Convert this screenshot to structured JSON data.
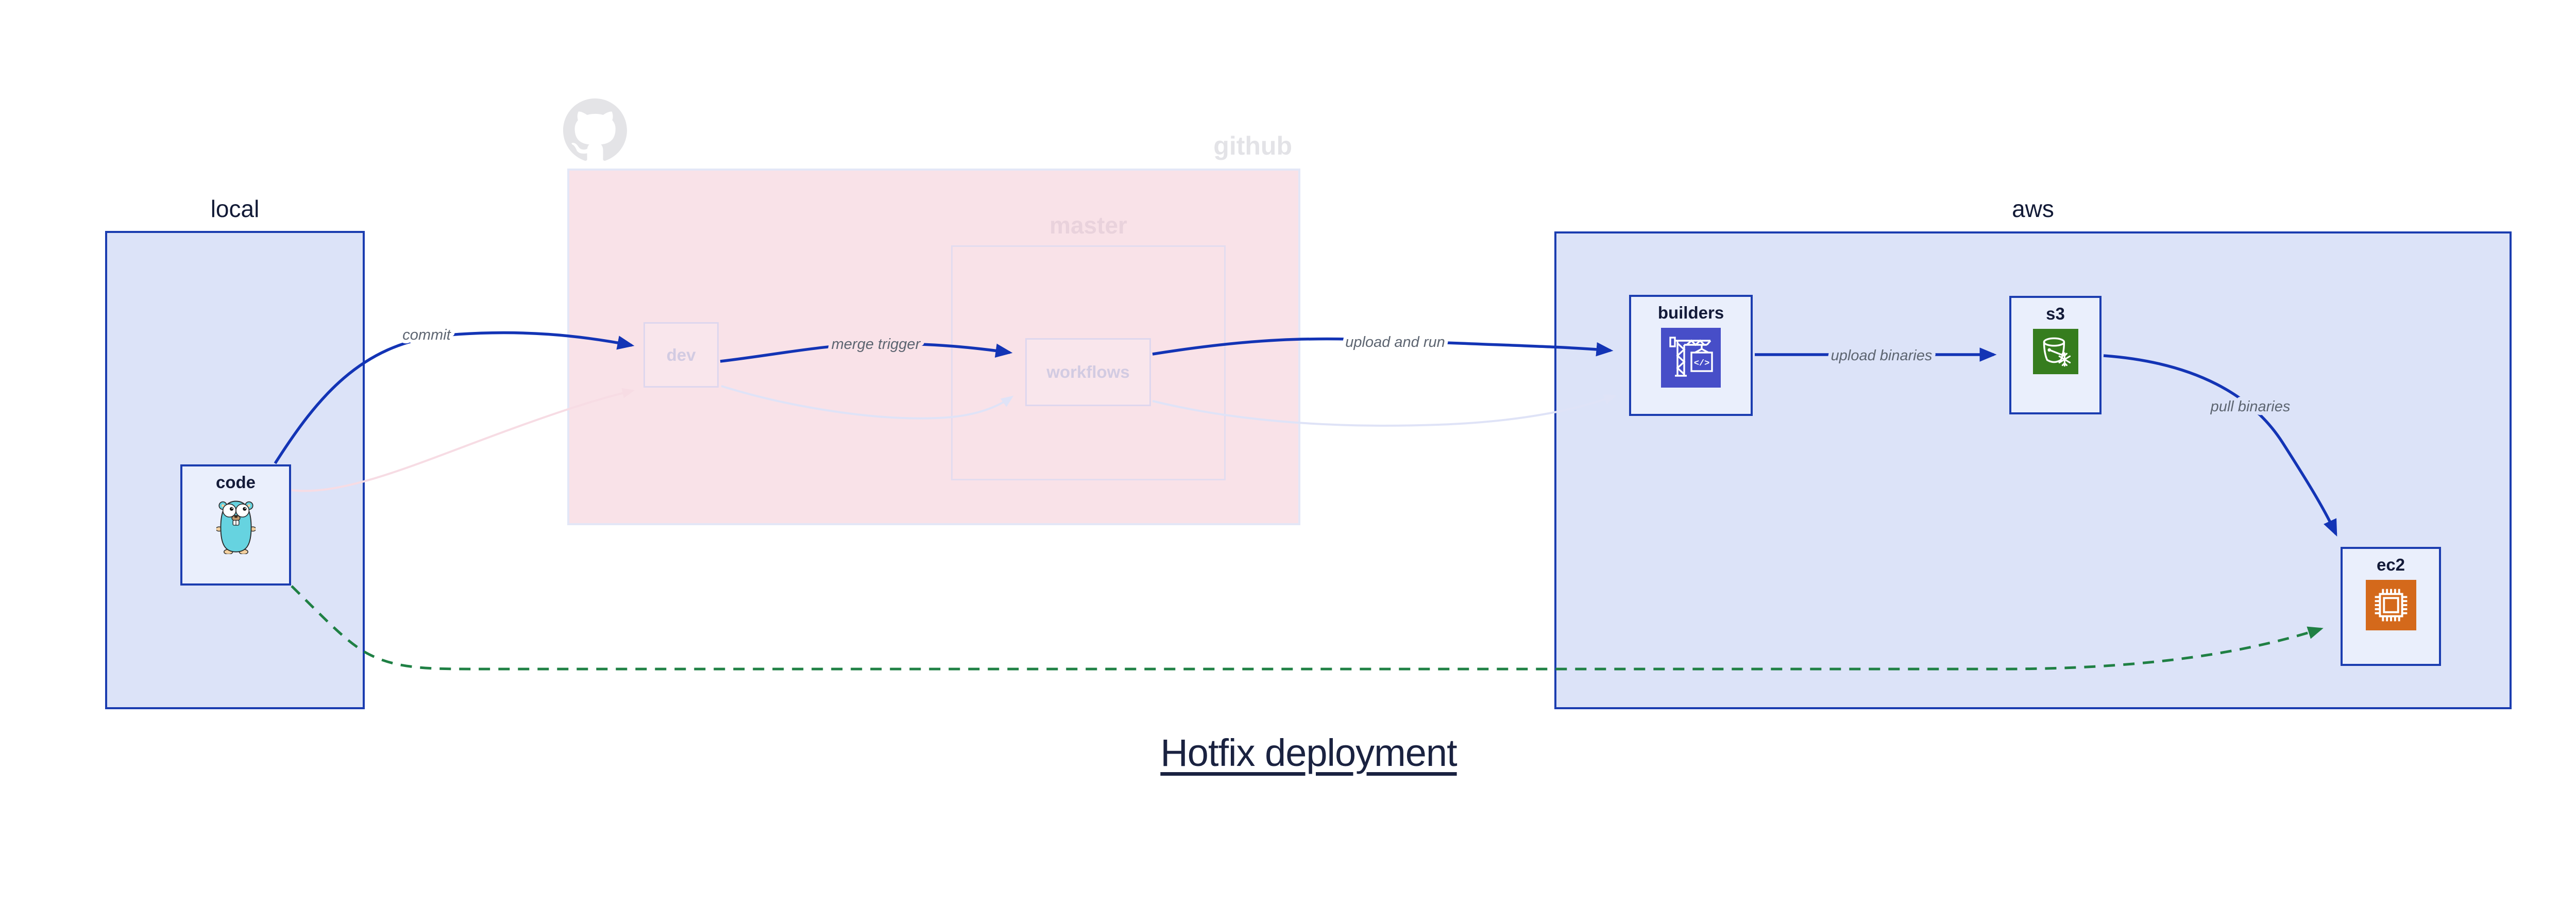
{
  "diagram": {
    "title": "Hotfix deployment"
  },
  "containers": {
    "local": {
      "label": "local"
    },
    "github": {
      "label": "github"
    },
    "master": {
      "label": "master"
    },
    "aws": {
      "label": "aws"
    }
  },
  "nodes": {
    "code": {
      "label": "code",
      "icon": "go-gopher-icon"
    },
    "dev": {
      "label": "dev"
    },
    "workflows": {
      "label": "workflows"
    },
    "builders": {
      "label": "builders",
      "icon": "codebuild-crane-icon"
    },
    "s3": {
      "label": "s3",
      "icon": "s3-glacier-bucket-icon"
    },
    "ec2": {
      "label": "ec2",
      "icon": "ec2-chip-icon"
    }
  },
  "edges": [
    {
      "from": "code",
      "to": "dev",
      "label": "commit",
      "style": "solid-blue"
    },
    {
      "from": "dev",
      "to": "workflows",
      "label": "merge trigger",
      "style": "solid-blue"
    },
    {
      "from": "workflows",
      "to": "builders",
      "label": "upload and run",
      "style": "solid-blue"
    },
    {
      "from": "builders",
      "to": "s3",
      "label": "upload binaries",
      "style": "solid-blue"
    },
    {
      "from": "s3",
      "to": "ec2",
      "label": "pull binaries",
      "style": "solid-blue"
    },
    {
      "from": "code",
      "to": "ec2",
      "label": "",
      "style": "dashed-green-hotfix"
    },
    {
      "from": "code",
      "to": "dev",
      "label": "",
      "style": "faded-pink"
    },
    {
      "from": "dev",
      "to": "workflows",
      "label": "",
      "style": "faded-lavender"
    },
    {
      "from": "workflows",
      "to": "builders",
      "label": "",
      "style": "faded-lavender"
    }
  ],
  "colors": {
    "container_border_blue": "#1b3db0",
    "container_fill_lavender": "#dce3f8",
    "node_fill": "#eaeffc",
    "github_fill": "#f9e2e8",
    "github_border": "#e3e7f7",
    "master_border": "#e3dcef",
    "faded_node_border": "#ded7ee",
    "faded_node_fill": "#f9e6ec",
    "edge_blue": "#1334b5",
    "edge_green": "#1f8044",
    "edge_faded_pink": "#f7dce4",
    "edge_faded_lavender": "#dfe3f7",
    "edge_label_gray": "#5d6571",
    "codebuild_indigo": "#474ec8",
    "s3_green": "#367d1e",
    "ec2_orange": "#d4691b",
    "gopher_teal": "#66d3e0",
    "title_navy": "#1a2240"
  }
}
